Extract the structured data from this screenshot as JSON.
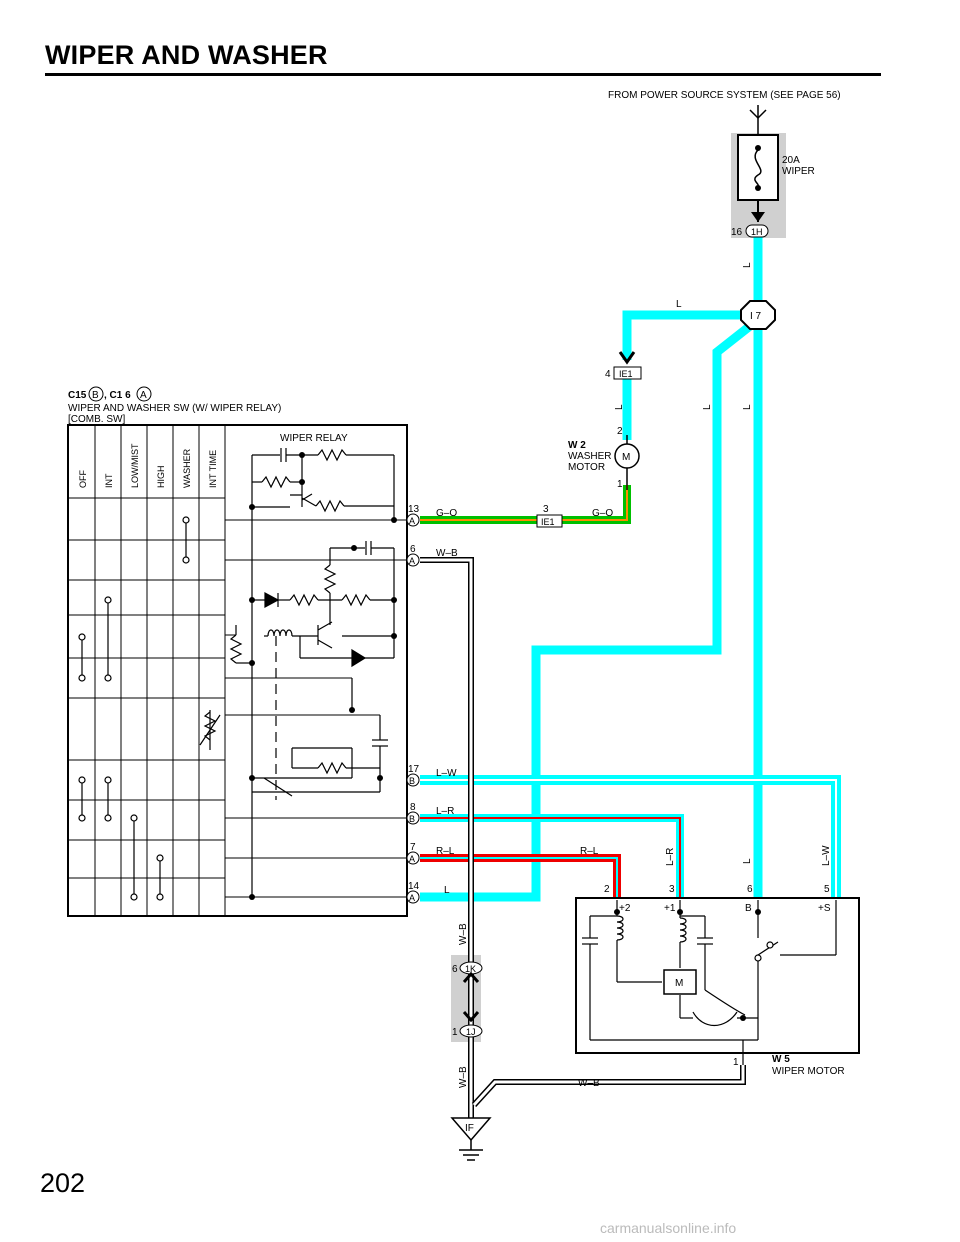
{
  "page": {
    "title": "WIPER AND WASHER",
    "page_number": "202",
    "watermark": "carmanualsonline.info"
  },
  "power": {
    "from_label": "FROM POWER SOURCE SYSTEM (SEE PAGE 56)",
    "fuse_amp": "20A",
    "fuse_name": "WIPER"
  },
  "connectors": {
    "c1h_pin": "16",
    "c1h": "1H",
    "i7": "I 7",
    "ie1_top_pin": "4",
    "ie1_top": "IE1",
    "ie1_mid_pin": "3",
    "ie1_mid": "IE1",
    "c1k_pin": "6",
    "c1k": "1K",
    "c1j_pin": "1",
    "c1j": "1J",
    "ground": "IF"
  },
  "switch": {
    "c15": "C15",
    "badge_b": "B",
    "c16": ", C1 6",
    "badge_a": "A",
    "name": "WIPER AND WASHER SW (W/ WIPER RELAY)",
    "sub": "[COMB.  SW]",
    "relay": "WIPER RELAY",
    "columns": [
      "OFF",
      "INT",
      "LOW/MIST",
      "HIGH",
      "WASHER",
      "INT TIME"
    ]
  },
  "pins": [
    {
      "num": "13",
      "conn": "A",
      "wire": "G–O"
    },
    {
      "num": "6",
      "conn": "A",
      "wire": "W–B"
    },
    {
      "num": "17",
      "conn": "B",
      "wire": "L–W"
    },
    {
      "num": "8",
      "conn": "B",
      "wire": "L–R"
    },
    {
      "num": "7",
      "conn": "A",
      "wire": "R–L"
    },
    {
      "num": "14",
      "conn": "A",
      "wire": "L"
    }
  ],
  "washer_motor": {
    "id": "W 2",
    "name1": "WASHER",
    "name2": "MOTOR",
    "pin_top": "2",
    "pin_bottom": "1",
    "symbol": "M"
  },
  "wiper_motor": {
    "id": "W 5",
    "name": "WIPER MOTOR",
    "symbol": "M",
    "pins": [
      "2",
      "3",
      "6",
      "5",
      "1"
    ],
    "terms": [
      "+2",
      "+1",
      "B",
      "+S"
    ]
  },
  "wire_labels": {
    "l1": "L",
    "l2": "L",
    "l3": "L",
    "l4": "L",
    "l5": "L",
    "l6": "L",
    "go": "G–O",
    "rl": "R–L",
    "lr": "L–R",
    "lw": "L–W",
    "wb1": "W–B",
    "wb2": "W–B",
    "wb3": "W–B"
  },
  "colors": {
    "L": "#00ffff",
    "G": "#00c000",
    "O": "#ff8c00",
    "R": "#ee0000",
    "W": "#ffffff",
    "B": "#000000"
  }
}
